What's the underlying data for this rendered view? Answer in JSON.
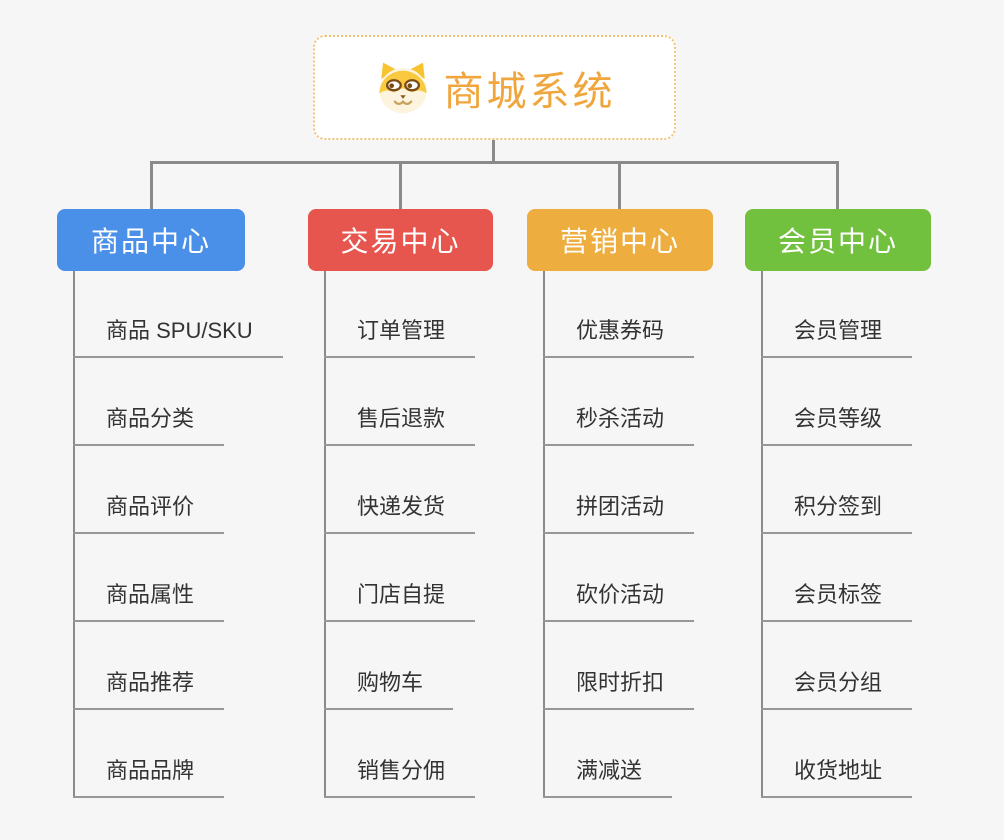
{
  "page": {
    "background_color": "#f6f6f6",
    "connector_color": "#8a8a8a"
  },
  "root": {
    "title": "商城系统",
    "icon": "dog-face-icon",
    "text_color": "#f0a63c",
    "border_color": "#f2c377"
  },
  "branches": [
    {
      "label": "商品中心",
      "color": "#4b90e8",
      "children": [
        "商品 SPU/SKU",
        "商品分类",
        "商品评价",
        "商品属性",
        "商品推荐",
        "商品品牌"
      ]
    },
    {
      "label": "交易中心",
      "color": "#e6564f",
      "children": [
        "订单管理",
        "售后退款",
        "快递发货",
        "门店自提",
        "购物车",
        "销售分佣"
      ]
    },
    {
      "label": "营销中心",
      "color": "#eead3f",
      "children": [
        "优惠券码",
        "秒杀活动",
        "拼团活动",
        "砍价活动",
        "限时折扣",
        "满减送"
      ]
    },
    {
      "label": "会员中心",
      "color": "#71c13f",
      "children": [
        "会员管理",
        "会员等级",
        "积分签到",
        "会员标签",
        "会员分组",
        "收货地址"
      ]
    }
  ]
}
